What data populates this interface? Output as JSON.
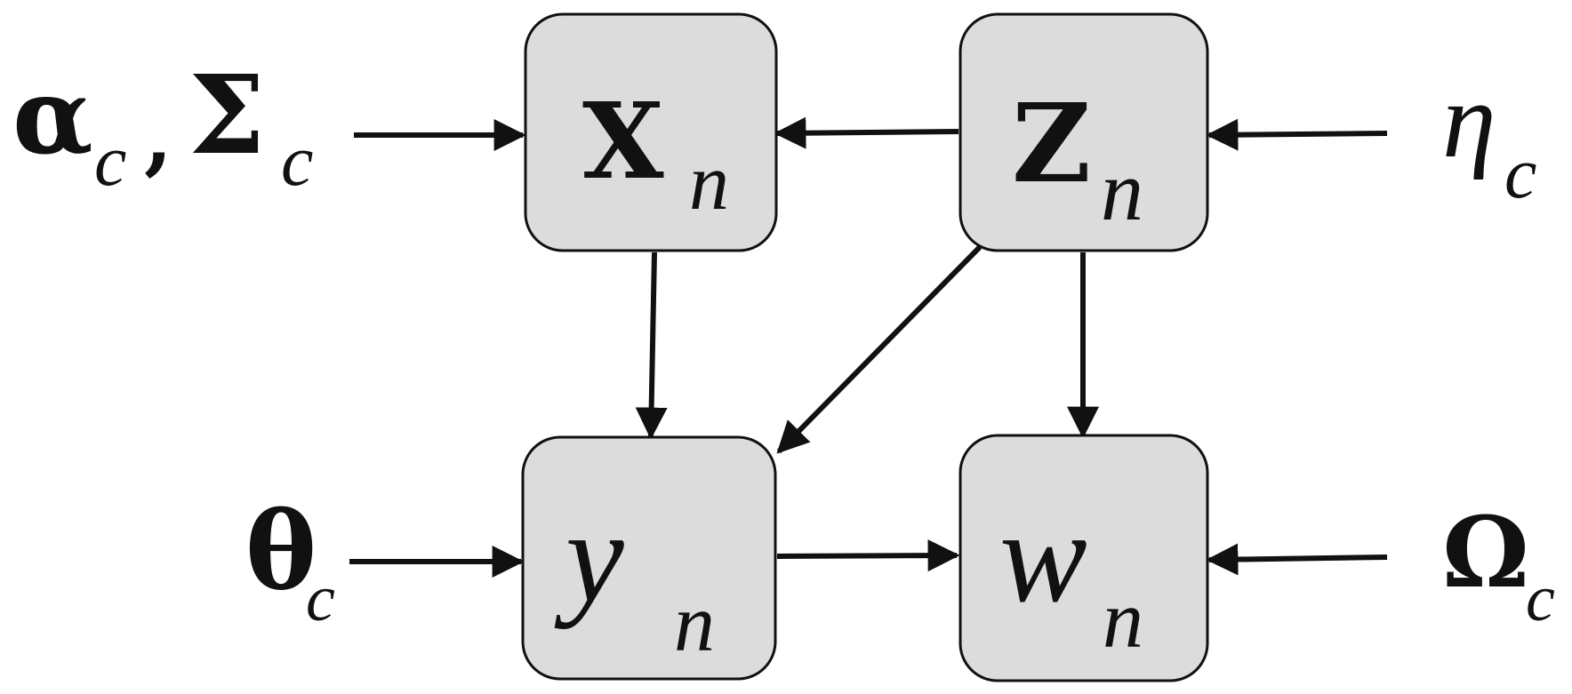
{
  "nodes": [
    {
      "id": "x",
      "symbol": "X",
      "symbol_style": "bold",
      "subscript": "n"
    },
    {
      "id": "z",
      "symbol": "Z",
      "symbol_style": "bold",
      "subscript": "n"
    },
    {
      "id": "y",
      "symbol": "y",
      "symbol_style": "italic",
      "subscript": "n"
    },
    {
      "id": "w",
      "symbol": "w",
      "symbol_style": "italic",
      "subscript": "n"
    }
  ],
  "parameters": [
    {
      "id": "alpha-sigma",
      "parts": [
        {
          "symbol": "α",
          "subscript": "c"
        },
        {
          "separator": ","
        },
        {
          "symbol": "Σ",
          "subscript": "c"
        }
      ],
      "target": "x"
    },
    {
      "id": "eta",
      "parts": [
        {
          "symbol": "η",
          "subscript": "c"
        }
      ],
      "target": "z"
    },
    {
      "id": "theta",
      "parts": [
        {
          "symbol": "θ",
          "subscript": "c"
        }
      ],
      "target": "y"
    },
    {
      "id": "omega",
      "parts": [
        {
          "symbol": "Ω",
          "subscript": "c"
        }
      ],
      "target": "w"
    }
  ],
  "edges": [
    {
      "from": "alpha-sigma",
      "to": "x"
    },
    {
      "from": "z",
      "to": "x"
    },
    {
      "from": "eta",
      "to": "z"
    },
    {
      "from": "x",
      "to": "y"
    },
    {
      "from": "z",
      "to": "y"
    },
    {
      "from": "z",
      "to": "w"
    },
    {
      "from": "theta",
      "to": "y"
    },
    {
      "from": "y",
      "to": "w"
    },
    {
      "from": "omega",
      "to": "w"
    }
  ],
  "colors": {
    "node_fill": "#dcdcdc",
    "node_stroke": "#111111",
    "edge": "#111111",
    "text": "#111111",
    "background": "#ffffff"
  }
}
